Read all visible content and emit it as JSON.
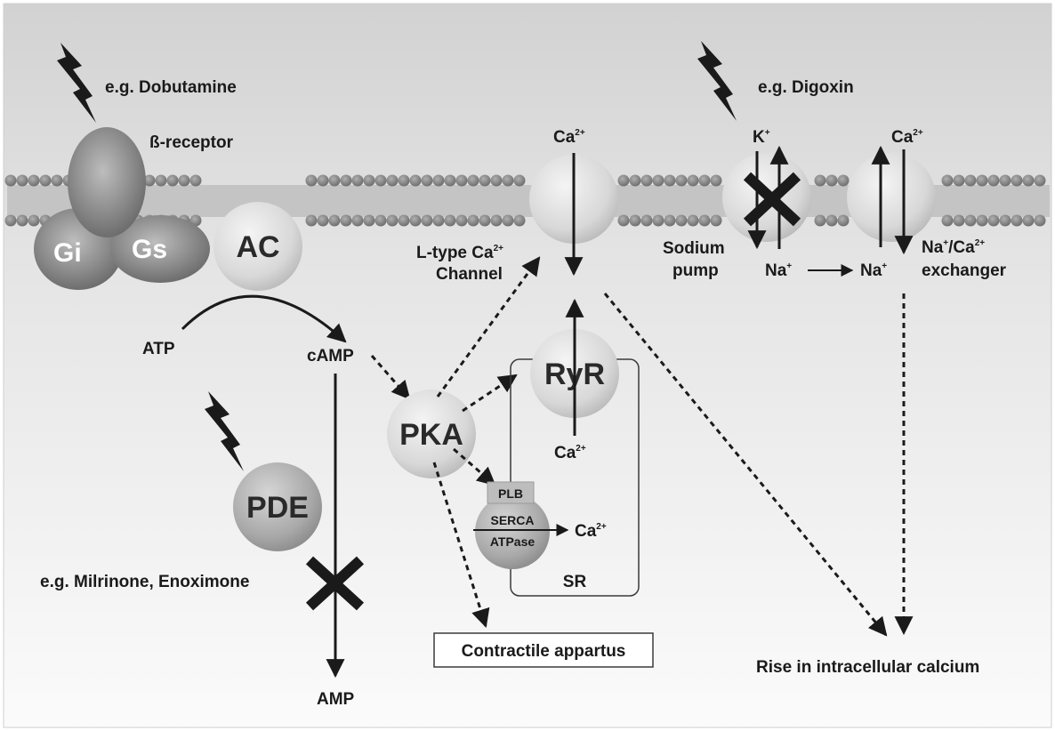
{
  "labels": {
    "dobutamine": "e.g. Dobutamine",
    "beta_receptor": "ß-receptor",
    "gi": "Gi",
    "gs": "Gs",
    "ac": "AC",
    "atp": "ATP",
    "camp": "cAMP",
    "pde": "PDE",
    "milrinone": "e.g. Milrinone, Enoximone",
    "amp": "AMP",
    "pka": "PKA",
    "ca_top": "Ca",
    "ca_sup": "2+",
    "ltype_line1": "L-type Ca",
    "ltype_sup": "2+",
    "ltype_line2": "Channel",
    "ryr": "RyR",
    "ca_ryr": "Ca",
    "ca_ryr_sup": "2+",
    "plb": "PLB",
    "serca_line1": "SERCA",
    "serca_line2": "ATPase",
    "ca_serca": "Ca",
    "ca_serca_sup": "2+",
    "sr": "SR",
    "contractile": "Contractile appartus",
    "digoxin": "e.g. Digoxin",
    "k": "K",
    "k_sup": "+",
    "ca_exchanger": "Ca",
    "ca_exchanger_sup": "2+",
    "sodium_line1": "Sodium",
    "sodium_line2": "pump",
    "na_left": "Na",
    "na_left_sup": "+",
    "na_right": "Na",
    "na_right_sup": "+",
    "exchanger_na": "Na",
    "exchanger_na_sup": "+",
    "exchanger_slash_ca": "/Ca",
    "exchanger_sup2": "2+",
    "exchanger_line2": "exchanger",
    "rise": "Rise in intracellular calcium"
  }
}
